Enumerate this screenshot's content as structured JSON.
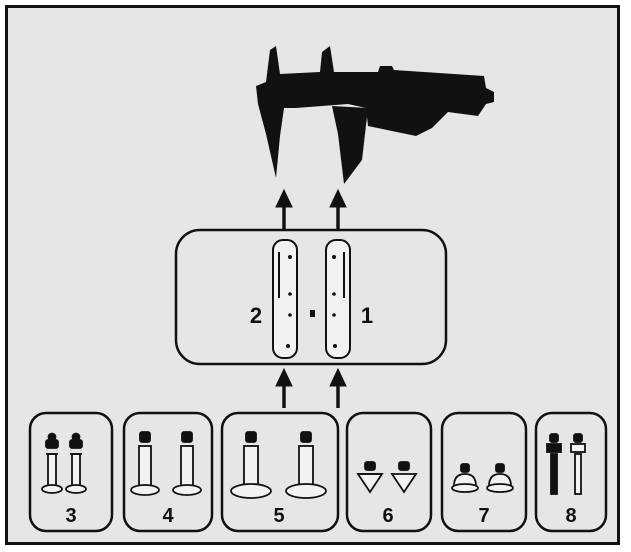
{
  "figure": {
    "sample_tray": {
      "pin_left_label": "2",
      "pin_right_label": "1"
    },
    "adapters": [
      {
        "label": "3",
        "style": "thin-pin-small-base"
      },
      {
        "label": "4",
        "style": "thick-pin-flange"
      },
      {
        "label": "5",
        "style": "thick-pin-wide-flange"
      },
      {
        "label": "6",
        "style": "diamond-tip"
      },
      {
        "label": "7",
        "style": "dome-cap"
      },
      {
        "label": "8",
        "style": "needle-pin"
      }
    ],
    "colors": {
      "background": "#e6e6e6",
      "ink": "#111111",
      "fill_light": "#f2f2f2"
    }
  }
}
